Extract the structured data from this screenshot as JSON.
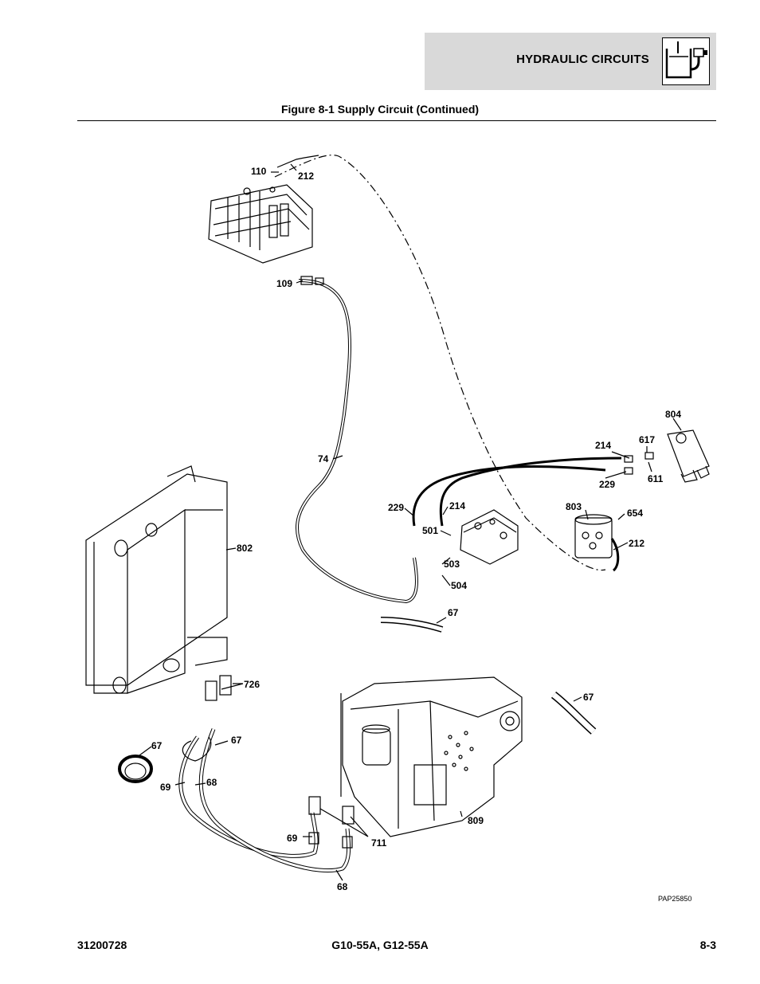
{
  "header": {
    "section_title": "HYDRAULIC CIRCUITS",
    "icon": "hydraulic-reservoir-icon"
  },
  "figure": {
    "title": "Figure 8-1 Supply Circuit (Continued)",
    "reference_code": "PAP25850",
    "callouts": {
      "c110": "110",
      "c212a": "212",
      "c109": "109",
      "c74": "74",
      "c804": "804",
      "c214a": "214",
      "c617": "617",
      "c229a": "229",
      "c611": "611",
      "c229b": "229",
      "c214b": "214",
      "c803": "803",
      "c654": "654",
      "c212b": "212",
      "c501": "501",
      "c503": "503",
      "c504": "504",
      "c67a": "67",
      "c802": "802",
      "c726": "726",
      "c67b": "67",
      "c67c": "67",
      "c67d": "67",
      "c69a": "69",
      "c68a": "68",
      "c809": "809",
      "c69b": "69",
      "c711": "711",
      "c68b": "68"
    }
  },
  "footer": {
    "doc_number": "31200728",
    "models": "G10-55A, G12-55A",
    "page": "8-3"
  }
}
